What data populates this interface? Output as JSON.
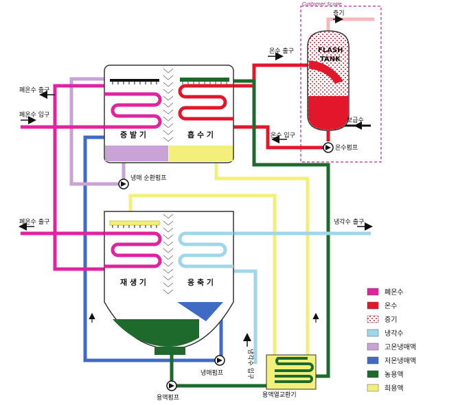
{
  "colors": {
    "waste_hot_water": "#e0249f",
    "hot_water": "#e3172b",
    "steam": "#f6b9b9",
    "cooling_water": "#9fd6ea",
    "high_temp_refrigerant": "#c9a2d6",
    "low_temp_refrigerant": "#3f6bc4",
    "strong_solution": "#1d6a2c",
    "weak_solution": "#f2ef7a",
    "boundary": "#c020a0"
  },
  "labels": {
    "customer_scope": "Customer Scope",
    "steam_out": "증기",
    "flash_tank_line1": "FLASH",
    "flash_tank_line2": "TANK",
    "hot_water_out": "온수 출구",
    "hot_water_in": "온수 입구",
    "makeup_water": "보급수",
    "hot_water_pump": "온수펌프",
    "waste_in": "폐온수 입구",
    "waste_out_left": "폐온수 출구",
    "waste_out_lower": "폐온수 출구",
    "cooling_out": "냉각수 출구",
    "cooling_in": "냉각수 입구",
    "evaporator": "증 발 기",
    "absorber": "흡 수 기",
    "regenerator": "재 생 기",
    "condenser": "응 축 기",
    "refrigerant_circ_pump": "냉매 순환펌프",
    "refrigerant_pump": "냉매펌프",
    "solution_pump": "용액펌프",
    "solution_hx": "용액열교환기"
  },
  "legend": [
    {
      "label": "폐온수",
      "color": "#e0249f",
      "dotted": false
    },
    {
      "label": "온수",
      "color": "#e3172b",
      "dotted": false
    },
    {
      "label": "증기",
      "color": "#f6b9b9",
      "dotted": true
    },
    {
      "label": "냉각수",
      "color": "#9fd6ea",
      "dotted": false
    },
    {
      "label": "고온냉매액",
      "color": "#c9a2d6",
      "dotted": false
    },
    {
      "label": "저온냉매액",
      "color": "#3f6bc4",
      "dotted": false
    },
    {
      "label": "농용액",
      "color": "#1d6a2c",
      "dotted": false
    },
    {
      "label": "희용액",
      "color": "#f2ef7a",
      "dotted": false
    }
  ]
}
